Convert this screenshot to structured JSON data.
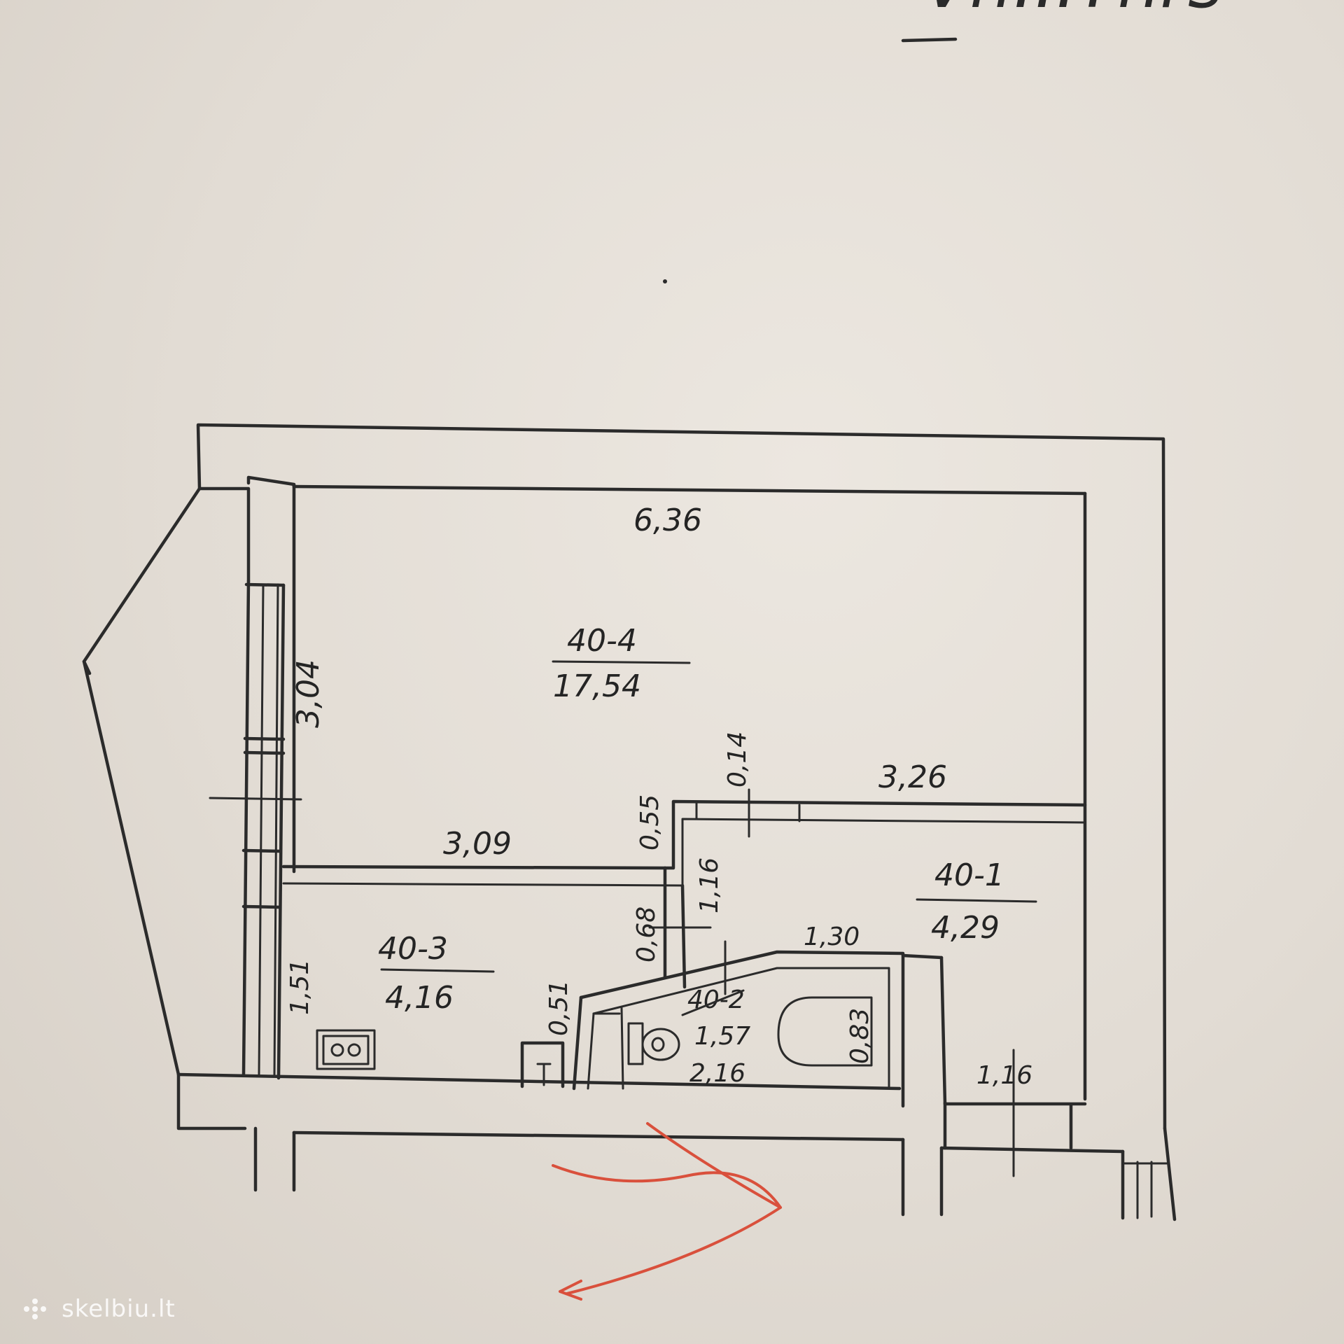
{
  "header_fragment": "Vn...Tnrs",
  "rooms": [
    {
      "id": "40-4",
      "area": "17,54"
    },
    {
      "id": "40-3",
      "area": "4,16"
    },
    {
      "id": "40-1",
      "area": "4,29"
    },
    {
      "id": "40-2",
      "area": "1,57",
      "area2": "2,16"
    }
  ],
  "dimensions": {
    "top_width": "6,36",
    "left_height": "3,04",
    "room3_height": "1,51",
    "partition_left": "3,09",
    "partition_right": "3,26",
    "gap_055": "0,55",
    "gap_014": "0,14",
    "vert_116": "1,16",
    "gap_068": "0,68",
    "gap_051": "0,51",
    "bath_130": "1,30",
    "bath_083": "0,83",
    "door_116": "1,16"
  },
  "watermark": "skelbiu.lt",
  "icons": [
    "stove-icon",
    "sink-icon",
    "toilet-icon",
    "bathtub-icon",
    "entry-arrow-icon"
  ],
  "colors": {
    "paper": "#e4ded6",
    "ink": "#2b2b2b",
    "annotation": "#d9503c"
  }
}
